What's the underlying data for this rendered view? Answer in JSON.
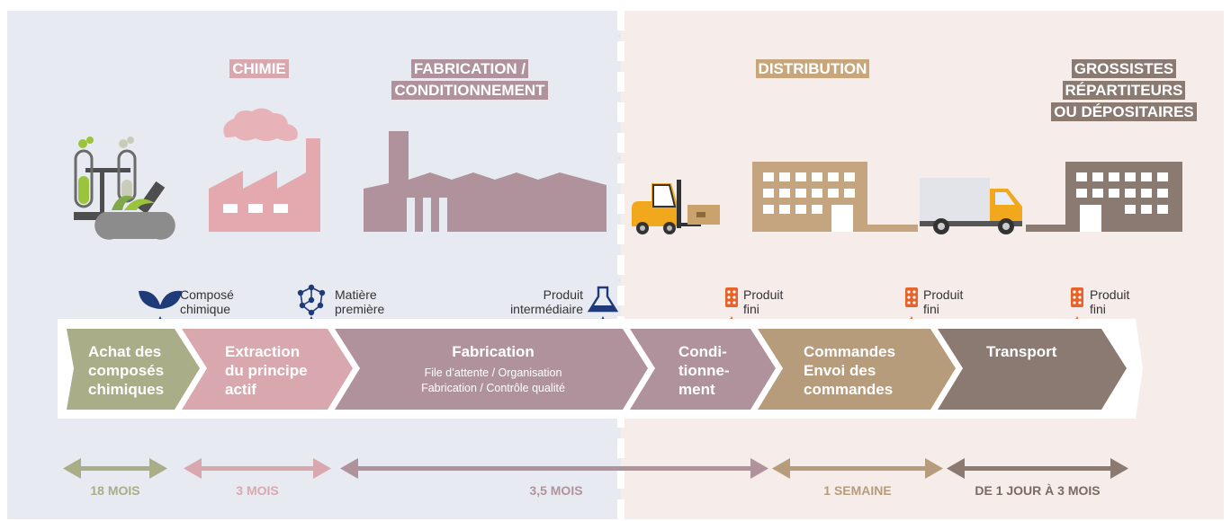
{
  "stages": {
    "chimie": "CHIMIE",
    "fabrication": [
      "FABRICATION /",
      "CONDITIONNEMENT"
    ],
    "distribution": "DISTRIBUTION",
    "grossistes": [
      "GROSSISTES",
      "RÉPARTITEURS",
      "OU DÉPOSITAIRES"
    ]
  },
  "markers": {
    "compose": [
      "Composé",
      "chimique"
    ],
    "matiere": [
      "Matière",
      "première"
    ],
    "intermediaire": [
      "Produit",
      "intermédiaire"
    ],
    "fini1": [
      "Produit",
      "fini"
    ],
    "fini2": [
      "Produit",
      "fini"
    ],
    "fini3": [
      "Produit",
      "fini"
    ]
  },
  "steps": {
    "achat": [
      "Achat des",
      "composés",
      "chimiques"
    ],
    "extraction": [
      "Extraction",
      "du principe",
      "actif"
    ],
    "fabrication": "Fabrication",
    "fabrication_sub": [
      "File d’attente / Organisation",
      "Fabrication / Contrôle qualité"
    ],
    "conditionnement": [
      "Condi-",
      "tionne-",
      "ment"
    ],
    "commandes": [
      "Commandes",
      "Envoi des",
      "commandes"
    ],
    "transport": "Transport"
  },
  "durations": {
    "d1": "18 MOIS",
    "d2": "3 MOIS",
    "d3": "3,5 MOIS",
    "d4": "1 SEMAINE",
    "d5": "DE 1 JOUR À 3 MOIS"
  },
  "colors": {
    "green": "#a9ad88",
    "pink": "#d9a8ae",
    "mauve": "#b0929c",
    "tan": "#b79c7c",
    "brown": "#8a7a72",
    "navy": "#1f3a78",
    "orange": "#e8632a"
  },
  "icons": [
    "lab-equipment-icon",
    "factory-smoke-icon",
    "factory-icon",
    "forklift-icon",
    "warehouse-icon",
    "truck-icon",
    "depot-icon",
    "leaf-icon",
    "molecule-icon",
    "flask-icon",
    "pills-icon"
  ]
}
